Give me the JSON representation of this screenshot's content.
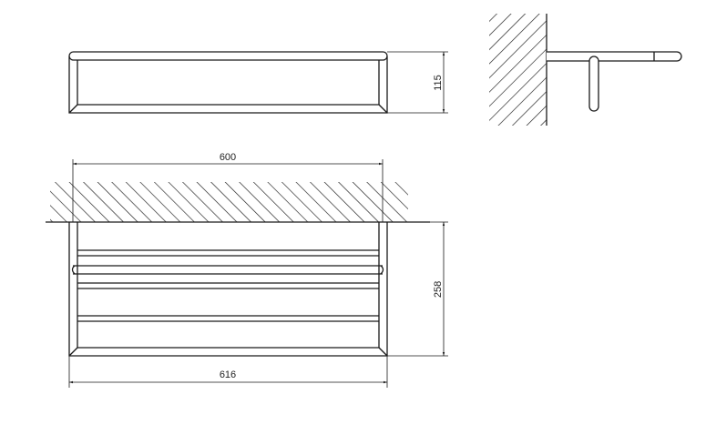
{
  "drawing": {
    "views": {
      "front": {
        "label": "front-view"
      },
      "side": {
        "label": "side-view"
      },
      "top": {
        "label": "top-view"
      }
    },
    "dimensions": {
      "height_front": "115",
      "wall_spacing": "600",
      "depth": "258",
      "overall_width": "616"
    },
    "colors": {
      "line": "#1a1a1a",
      "background": "#ffffff"
    }
  }
}
